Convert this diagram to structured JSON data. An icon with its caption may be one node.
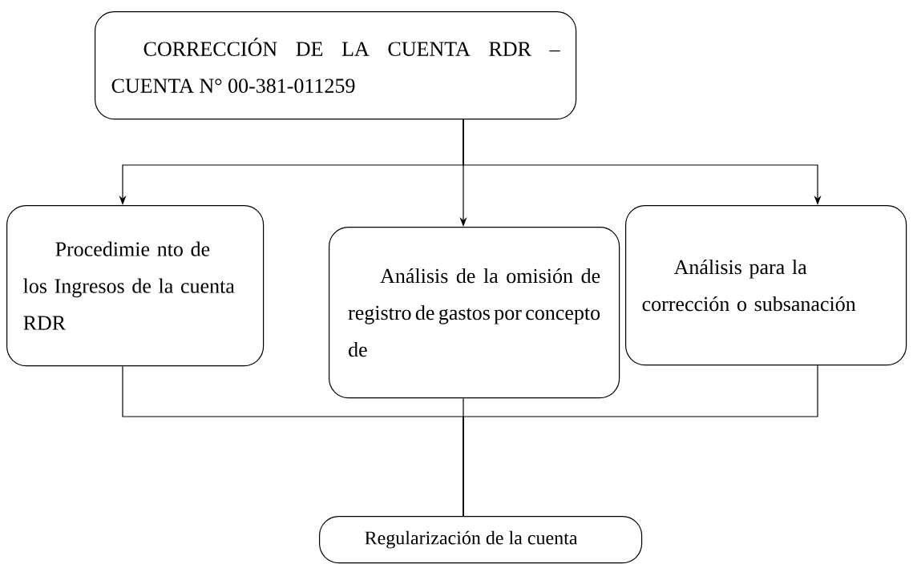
{
  "diagram": {
    "nodes": [
      {
        "text": [
          "CORRECCIÓN DE LA CUENTA RDR – CUENTA N° 00-381-011259"
        ]
      },
      {
        "text": [
          "Procedimie nto de los Ingresos de la cuenta RDR"
        ]
      },
      {
        "text": [
          "Análisis de la omisión de registro de gastos por concepto de"
        ]
      },
      {
        "text": [
          "Análisis para la corrección o subsanación"
        ]
      },
      {
        "text": [
          "Regularización de la cuenta"
        ]
      }
    ],
    "edges": [
      {
        "from": 0,
        "to": 1,
        "arrow": "to"
      },
      {
        "from": 0,
        "to": 2,
        "arrow": "to"
      },
      {
        "from": 0,
        "to": 3,
        "arrow": "to"
      },
      {
        "from": 1,
        "to": 4,
        "arrow": "none"
      },
      {
        "from": 2,
        "to": 4,
        "arrow": "none"
      },
      {
        "from": 3,
        "to": 4,
        "arrow": "none"
      }
    ]
  }
}
